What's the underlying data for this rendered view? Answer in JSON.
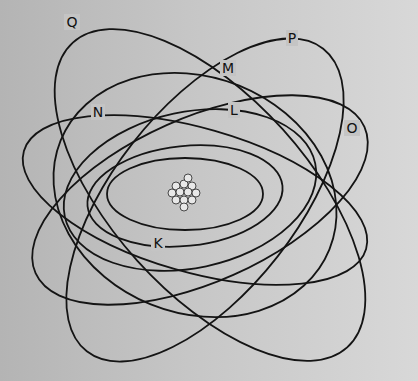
{
  "diagram": {
    "labels": [
      "Q",
      "P",
      "M",
      "N",
      "L",
      "O",
      "K"
    ]
  }
}
